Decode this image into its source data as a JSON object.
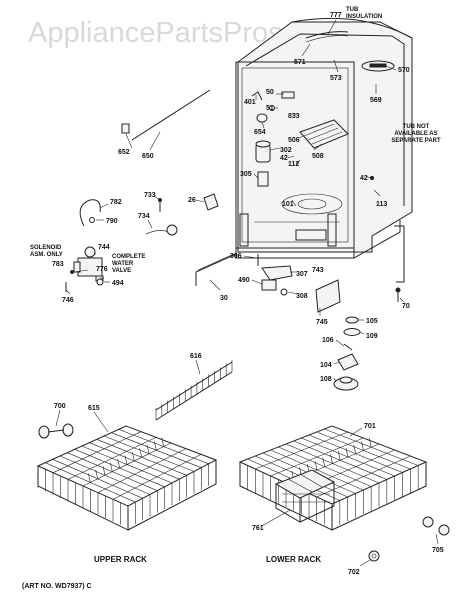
{
  "watermark": "AppliancePartsPros.com",
  "annotations": {
    "tub_insulation": [
      "TUB",
      "INSULATION"
    ],
    "tub_not_available": [
      "TUB NOT",
      "AVAILABLE AS",
      "SEPARATE PART"
    ],
    "solenoid_note": [
      "SOLENOID",
      "ASM. ONLY"
    ],
    "water_valve_note": [
      "COMPLETE",
      "WATER",
      "VALVE"
    ]
  },
  "captions": {
    "upper_rack": "UPPER RACK",
    "lower_rack": "LOWER RACK",
    "art_no": "(ART NO. WD7937) C"
  },
  "part_labels": {
    "p777": "777",
    "p571": "571",
    "p573": "573",
    "p570": "570",
    "p569": "569",
    "p50": "50",
    "p401": "401",
    "p51": "51",
    "p833": "833",
    "p654": "654",
    "p506": "506",
    "p302": "302",
    "p42a": "42",
    "p112": "112",
    "p508": "508",
    "p305": "305",
    "p42b": "42",
    "p113": "113",
    "p101": "101",
    "p652": "652",
    "p650": "650",
    "p782": "782",
    "p790": "790",
    "p733": "733",
    "p26": "26",
    "p734": "734",
    "p744": "744",
    "p783": "783",
    "p776": "776",
    "p494": "494",
    "p746": "746",
    "p306": "306",
    "p307": "307",
    "p743": "743",
    "p490": "490",
    "p308": "308",
    "p30": "30",
    "p70": "70",
    "p745": "745",
    "p105": "105",
    "p109": "109",
    "p106": "106",
    "p104": "104",
    "p108": "108",
    "p616": "616",
    "p700": "700",
    "p615": "615",
    "p701": "701",
    "p761": "761",
    "p705": "705",
    "p702": "702"
  }
}
